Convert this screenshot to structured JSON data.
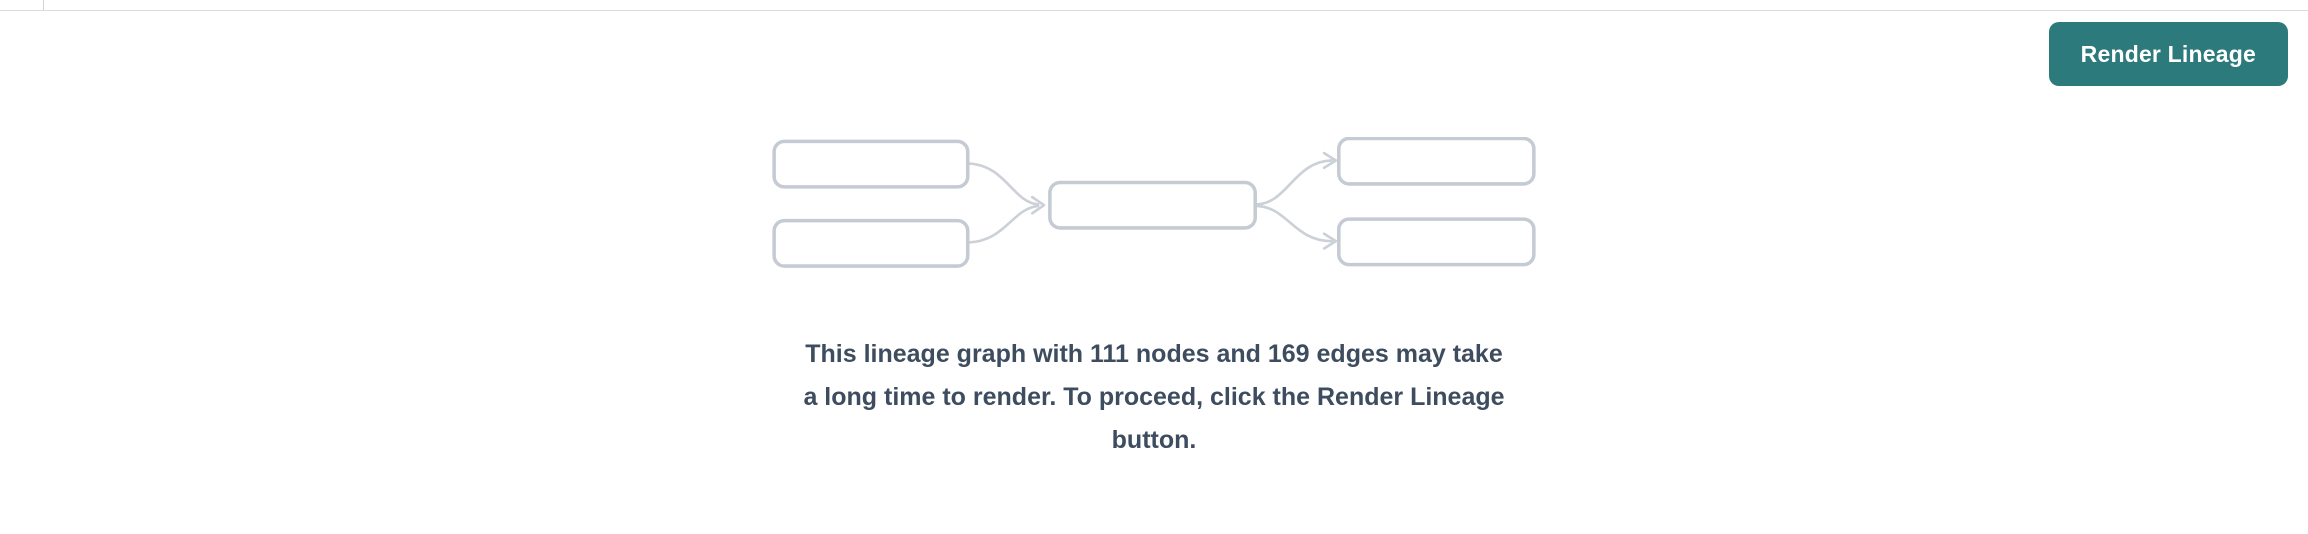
{
  "toolbar": {
    "render_button_label": "Render Lineage",
    "render_button_color": "#2c7a7b"
  },
  "empty_state": {
    "message_lines": [
      "This lineage graph with 111 nodes and 169 edges may take",
      "a long time to render. To proceed, click the Render Lineage",
      "button."
    ],
    "node_count": 111,
    "edge_count": 169,
    "illustration": "lineage-graph-placeholder",
    "text_color": "#3d4c5e",
    "node_box_border_color": "#c5cbd3",
    "edge_line_color": "#ccd1d8"
  }
}
